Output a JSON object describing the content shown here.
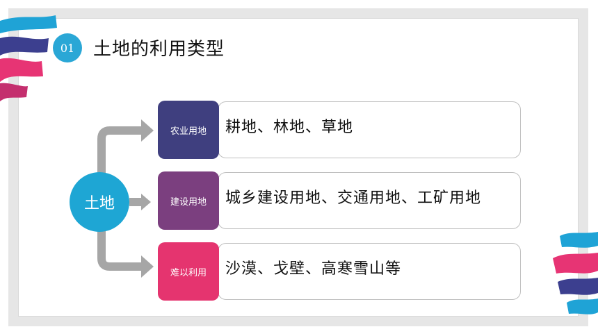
{
  "header": {
    "badge": "01",
    "title": "土地的利用类型"
  },
  "diagram": {
    "hub": {
      "label": "土地",
      "color": "#1ea6d4"
    },
    "branches": [
      {
        "category": "农业用地",
        "description": "耕地、林地、草地",
        "color": "#3f3f7f"
      },
      {
        "category": "建设用地",
        "description": "城乡建设用地、交通用地、工矿用地",
        "color": "#7b3f7f"
      },
      {
        "category": "难以利用",
        "description": "沙漠、戈壁、高寒雪山等",
        "color": "#e5346f"
      }
    ]
  },
  "colors": {
    "accent": "#2aa7d6",
    "arrow": "#a6a6a6"
  }
}
